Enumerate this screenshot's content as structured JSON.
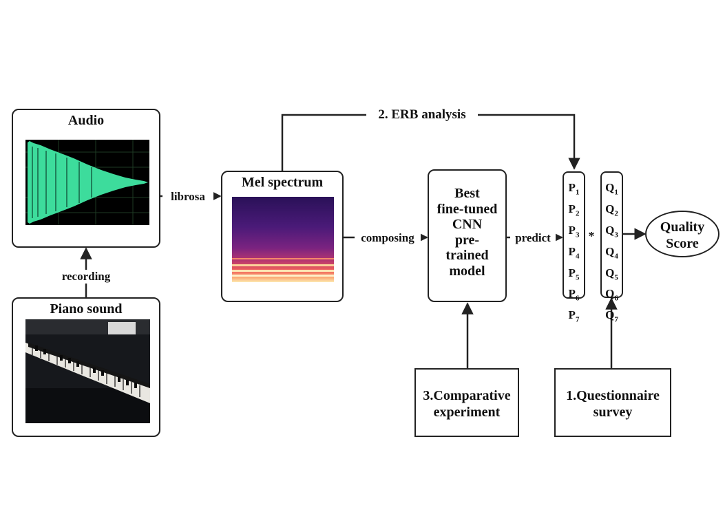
{
  "audio_box": {
    "title": "Audio"
  },
  "piano_box": {
    "title": "Piano sound"
  },
  "mel_box": {
    "title": "Mel spectrum"
  },
  "model_box": {
    "lines": [
      "Best",
      "fine-tuned",
      "CNN",
      "pre-",
      "trained",
      "model"
    ]
  },
  "comparative_box": {
    "lines": [
      "3.Comparative",
      "experiment"
    ]
  },
  "questionnaire_box": {
    "lines": [
      "1.Questionnaire",
      "survey"
    ]
  },
  "quality_score": {
    "lines": [
      "Quality",
      "Score"
    ]
  },
  "edges": {
    "recording": "recording",
    "librosa": "librosa",
    "composing": "composing",
    "predict": "predict",
    "erb": "2. ERB analysis",
    "multiply": "*"
  },
  "p_items": [
    {
      "base": "P",
      "sub": "1"
    },
    {
      "base": "P",
      "sub": "2"
    },
    {
      "base": "P",
      "sub": "3"
    },
    {
      "base": "P",
      "sub": "4"
    },
    {
      "base": "P",
      "sub": "5"
    },
    {
      "base": "P",
      "sub": "6"
    },
    {
      "base": "P",
      "sub": "7"
    }
  ],
  "q_items": [
    {
      "base": "Q",
      "sub": "1"
    },
    {
      "base": "Q",
      "sub": "2"
    },
    {
      "base": "Q",
      "sub": "3"
    },
    {
      "base": "Q",
      "sub": "4"
    },
    {
      "base": "Q",
      "sub": "5"
    },
    {
      "base": "Q",
      "sub": "6"
    },
    {
      "base": "Q",
      "sub": "7"
    }
  ],
  "colors": {
    "waveform": "#3ddc9c",
    "waveform_bg": "#000000",
    "line": "#222222"
  }
}
